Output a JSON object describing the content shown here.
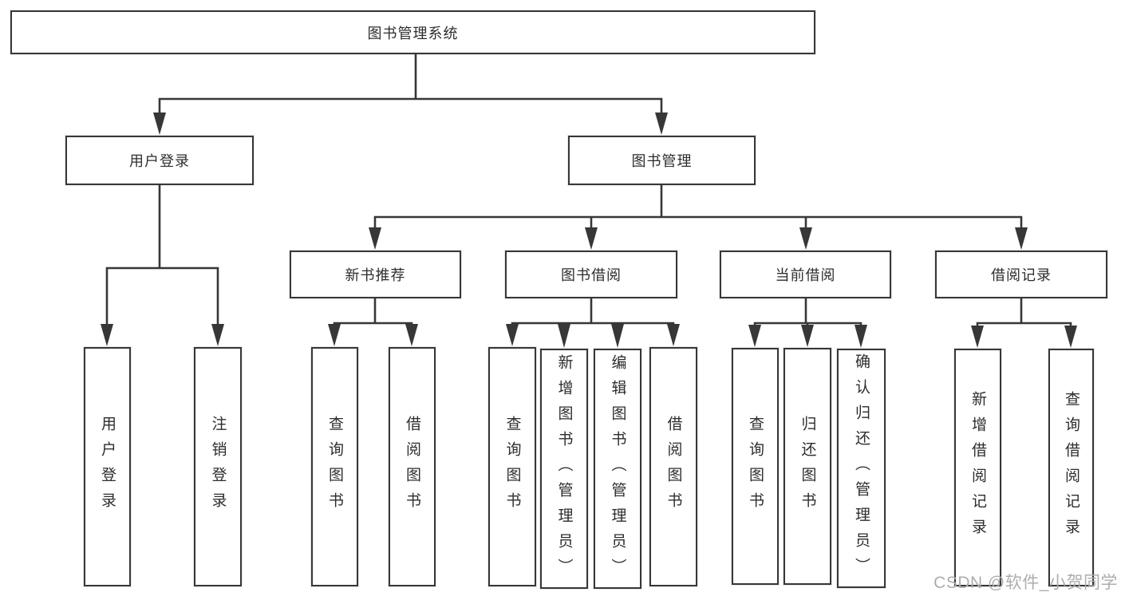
{
  "tree": {
    "root": "图书管理系统",
    "user_login": {
      "label": "用户登录",
      "children": [
        "用户登录",
        "注销登录"
      ]
    },
    "book_mgmt": {
      "label": "图书管理",
      "groups": [
        {
          "label": "新书推荐",
          "children": [
            "查询图书",
            "借阅图书"
          ]
        },
        {
          "label": "图书借阅",
          "children": [
            "查询图书",
            "新增图书（管理员）",
            "编辑图书（管理员）",
            "借阅图书"
          ]
        },
        {
          "label": "当前借阅",
          "children": [
            "查询图书",
            "归还图书",
            "确认归还（管理员）"
          ]
        },
        {
          "label": "借阅记录",
          "children": [
            "新增借阅记录",
            "查询借阅记录"
          ]
        }
      ]
    }
  },
  "watermark": "CSDN @软件_小贺同学",
  "colors": {
    "line": "#373737",
    "box_border": "#373737",
    "text": "#2d2d2d",
    "watermark": "#adadad",
    "background": "#ffffff"
  }
}
